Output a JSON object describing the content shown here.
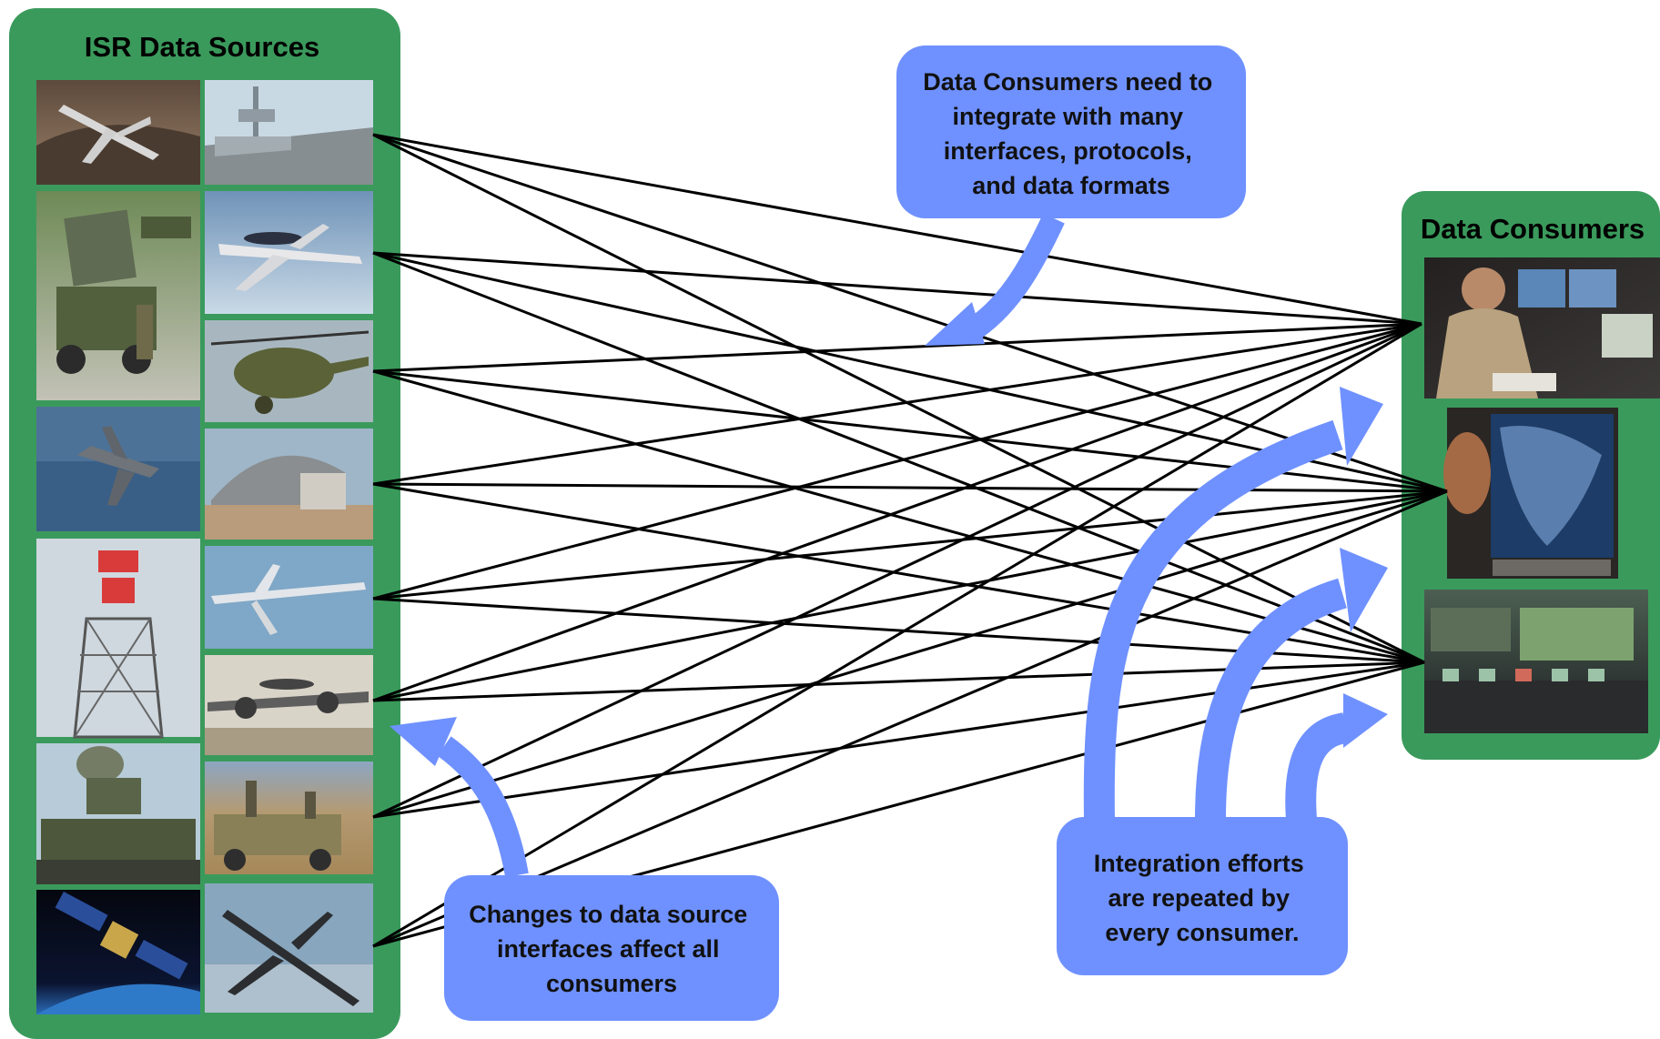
{
  "sources_panel": {
    "title": "ISR Data Sources",
    "images": [
      {
        "icon": "rc135-aircraft-photo"
      },
      {
        "icon": "navy-ship-photo"
      },
      {
        "icon": "mobile-radar-unit-photo"
      },
      {
        "icon": "awacs-aircraft-photo"
      },
      {
        "icon": "helicopter-photo"
      },
      {
        "icon": "f22-fighter-photo"
      },
      {
        "icon": "field-shelter-photo"
      },
      {
        "icon": "radar-tower-photo"
      },
      {
        "icon": "predator-drone-photo"
      },
      {
        "icon": "e2-hawkeye-aircraft-photo"
      },
      {
        "icon": "tracked-radar-vehicle-photo"
      },
      {
        "icon": "humvee-antenna-photo"
      },
      {
        "icon": "satellite-photo"
      },
      {
        "icon": "u2-aircraft-photo"
      }
    ]
  },
  "consumers_panel": {
    "title": "Data Consumers",
    "images": [
      {
        "icon": "operator-at-workstation-photo"
      },
      {
        "icon": "radar-scope-operator-photo"
      },
      {
        "icon": "operations-center-photo"
      }
    ]
  },
  "callouts": {
    "top": [
      "Data Consumers need to",
      "integrate with many",
      "interfaces, protocols,",
      "and data formats"
    ],
    "bottom_left": [
      "Changes to data source",
      "interfaces affect all",
      "consumers"
    ],
    "bottom_right": [
      "Integration efforts",
      "are repeated by",
      "every consumer."
    ]
  },
  "colors": {
    "panel_green": "#3a9a5c",
    "callout_blue": "#6f91ff",
    "line_black": "#000000"
  }
}
